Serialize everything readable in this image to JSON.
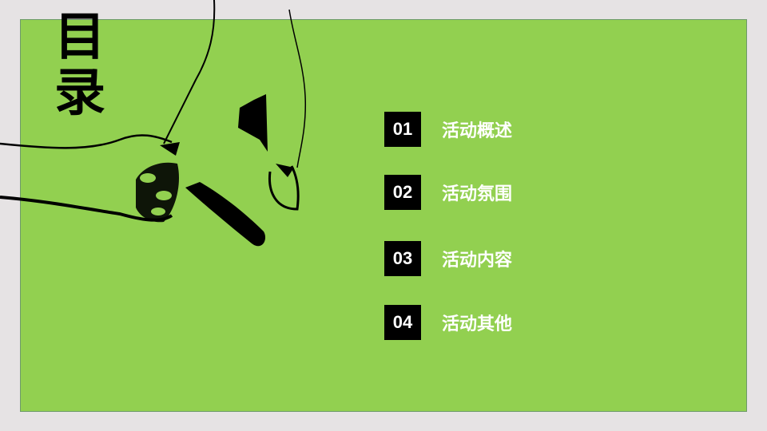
{
  "slide": {
    "title_chars": [
      "目",
      "录"
    ],
    "background_color": "#92d050",
    "items": [
      {
        "number": "01",
        "label": "活动概述"
      },
      {
        "number": "02",
        "label": "活动氛围"
      },
      {
        "number": "03",
        "label": "活动内容"
      },
      {
        "number": "04",
        "label": "活动其他"
      }
    ],
    "illustration": "hands-icon"
  }
}
